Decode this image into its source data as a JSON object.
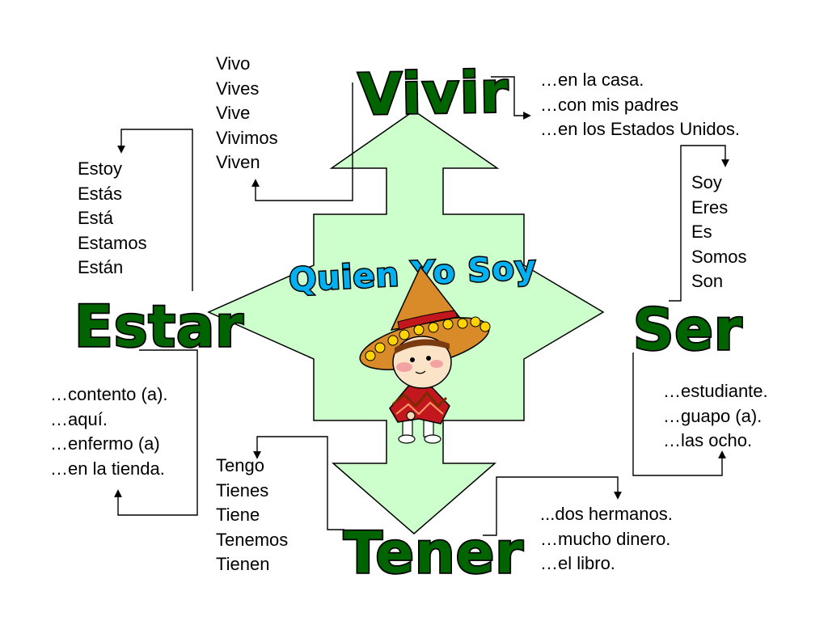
{
  "title": "Quien Yo Soy",
  "verbs": {
    "vivir": {
      "name": "Vivir",
      "conjugations": [
        "Vivo",
        "Vives",
        "Vive",
        "Vivimos",
        "Viven"
      ],
      "examples": [
        "…en la casa.",
        "…con mis padres",
        "…en los Estados Unidos."
      ]
    },
    "estar": {
      "name": "Estar",
      "conjugations": [
        "Estoy",
        "Estás",
        "Está",
        "Estamos",
        "Están"
      ],
      "examples": [
        "…contento (a).",
        "…aquí.",
        "…enfermo (a)",
        "…en la tienda."
      ]
    },
    "ser": {
      "name": "Ser",
      "conjugations": [
        "Soy",
        "Eres",
        "Es",
        "Somos",
        "Son"
      ],
      "examples": [
        "…estudiante.",
        "…guapo (a).",
        "…las ocho."
      ]
    },
    "tener": {
      "name": "Tener",
      "conjugations": [
        "Tengo",
        "Tienes",
        "Tiene",
        "Tenemos",
        "Tienen"
      ],
      "examples": [
        "...dos hermanos.",
        "…mucho dinero.",
        "…el libro."
      ]
    }
  },
  "colors": {
    "arrow_fill": "#ccffcc",
    "verb_fill": "#006400",
    "title_fill": "#00b0f0"
  },
  "icons": [
    "four-way-arrow-icon",
    "mariachi-boy-icon",
    "connector-arrow-icon"
  ]
}
